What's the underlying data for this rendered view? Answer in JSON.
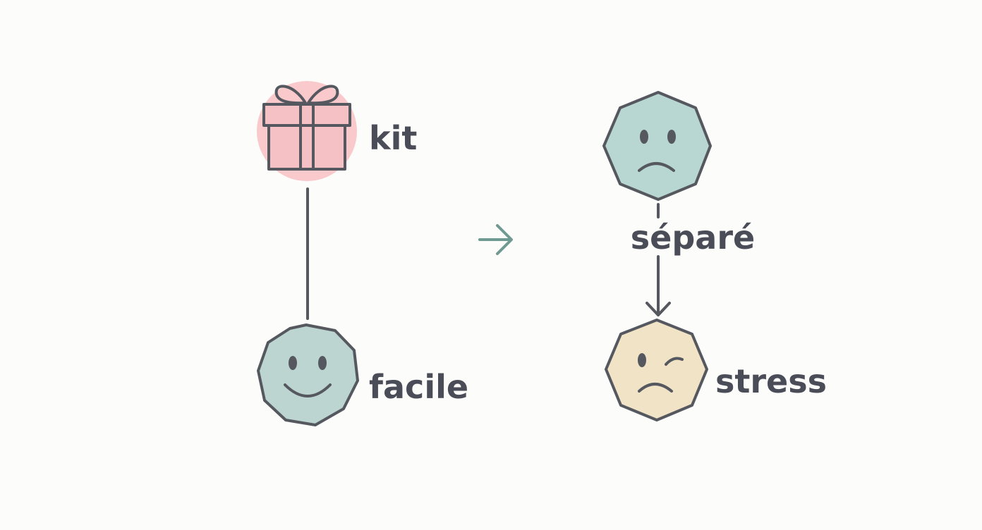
{
  "left_column": {
    "top_label": "kit",
    "bottom_label": "facile"
  },
  "right_column": {
    "middle_label": "séparé",
    "bottom_label": "stress"
  },
  "icons": {
    "gift": "gift-icon",
    "happy_face": "smiling-face-icon",
    "sad_face": "sad-face-icon",
    "stressed_face": "winking-sad-face-icon",
    "transition_arrow": "arrow-right-icon"
  },
  "colors": {
    "gift_circle": "#f9c9cb",
    "gift_box": "#f6c1c4",
    "happy_face": "#bcd5d0",
    "sad_face": "#b8d6d2",
    "stressed_face": "#f1e3c6",
    "stroke": "#55585f",
    "arrow": "#6f9a92",
    "text": "#4a4d57"
  }
}
